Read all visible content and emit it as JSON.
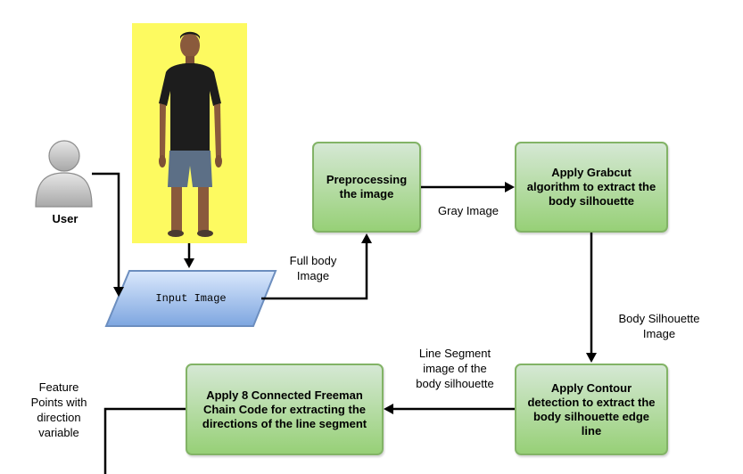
{
  "diagram": {
    "user": {
      "label": "User"
    },
    "input_image": {
      "label": "Input Image"
    },
    "nodes": {
      "preprocessing": "Preprocessing\nthe image",
      "grabcut": "Apply Grabcut\nalgorithm to extract the\nbody silhouette",
      "contour": "Apply Contour\ndetection to extract the\nbody silhouette edge\nline",
      "freeman": "Apply 8 Connected Freeman\nChain Code for extracting the\ndirections of the line segment"
    },
    "edge_labels": {
      "full_body": "Full body\nImage",
      "gray": "Gray Image",
      "silhouette": "Body Silhouette\nImage",
      "line_segment": "Line Segment\nimage of the\nbody silhouette",
      "feature_points": "Feature\nPoints with\ndirection\nvariable"
    },
    "colors": {
      "box_fill_top": "#d5e8d4",
      "box_fill_bottom": "#97d077",
      "box_border": "#82b366",
      "input_fill_top": "#dae8fc",
      "input_fill_bottom": "#7ea6e0",
      "input_border": "#6c8ebf",
      "photo_background": "#fdfa60",
      "shirt": "#1d1d1d",
      "jeans": "#5c6f86",
      "skin": "#8a5a3c",
      "user_icon_fill": "#bdbdbd"
    }
  }
}
